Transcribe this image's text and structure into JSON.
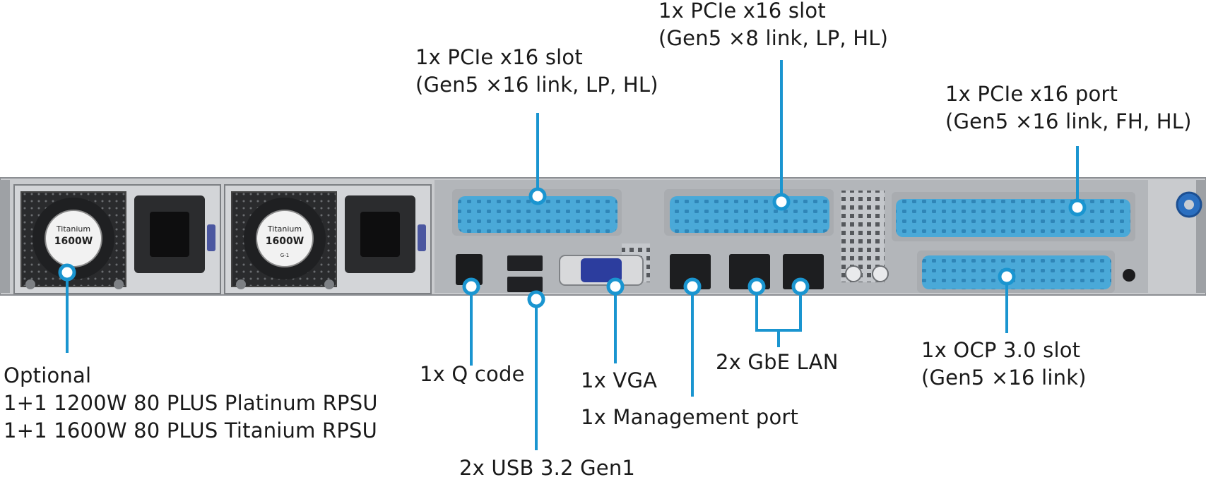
{
  "colors": {
    "callout": "#1a95d0",
    "card_blue": "#4aa9d8",
    "chassis": "#b9bcc0",
    "chassis_dark": "#3a3b3d"
  },
  "psu": {
    "psu1_badge_top": "Titanium",
    "psu1_badge_value": "1600W",
    "psu2_badge_top": "Titanium",
    "psu2_badge_value": "1600W",
    "psu2_badge_small": "G-1"
  },
  "labels": {
    "pcie_slot_mid": {
      "line1": "1x PCIe x16 slot",
      "line2": "(Gen5 ×16 link, LP, HL)"
    },
    "pcie_slot_top": {
      "line1": "1x PCIe x16 slot",
      "line2": "(Gen5 ×8 link, LP, HL)"
    },
    "pcie_port_right": {
      "line1": "1x PCIe x16 port",
      "line2": "(Gen5 ×16 link, FH, HL)"
    },
    "rpsu": {
      "line1": "Optional",
      "line2": "1+1 1200W 80 PLUS Platinum RPSU",
      "line3": "1+1 1600W 80 PLUS Titanium RPSU"
    },
    "qcode": "1x Q code",
    "usb": "2x USB 3.2 Gen1",
    "vga": "1x VGA",
    "management": "1x Management port",
    "gbe_lan": "2x GbE LAN",
    "ocp": {
      "line1": "1x OCP 3.0 slot",
      "line2": "(Gen5 ×16 link)"
    }
  }
}
